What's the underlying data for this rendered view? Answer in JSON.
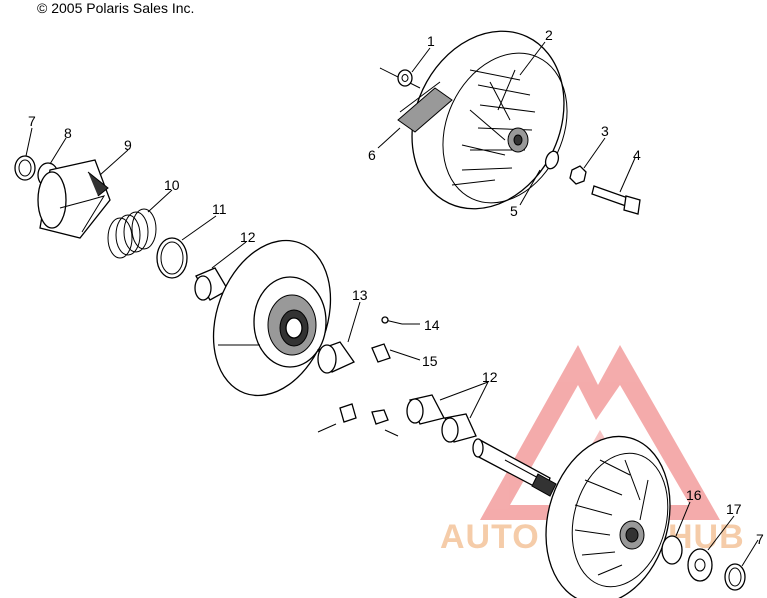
{
  "copyright": "© 2005 Polaris Sales Inc.",
  "callouts": [
    "1",
    "2",
    "3",
    "4",
    "5",
    "6",
    "7",
    "8",
    "9",
    "10",
    "11",
    "12",
    "13",
    "14",
    "15",
    "12",
    "16",
    "17",
    "7"
  ],
  "watermark": {
    "text_left": "AUTO",
    "text_right": "HUB",
    "color": "#f08080"
  }
}
